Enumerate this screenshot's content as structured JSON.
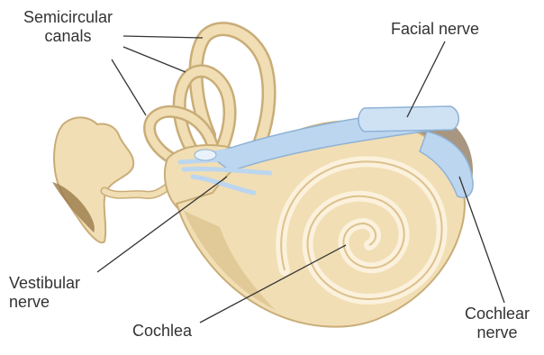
{
  "labels": {
    "semicircular_canals": [
      "Semicircular",
      "canals"
    ],
    "facial_nerve": "Facial nerve",
    "vestibular_nerve": [
      "Vestibular",
      "nerve"
    ],
    "cochlea": "Cochlea",
    "cochlear_nerve": [
      "Cochlear",
      "nerve"
    ]
  },
  "colors": {
    "bone_fill": "#f1deb4",
    "bone_outline": "#c9ad78",
    "bone_shade": "#dcc18c",
    "nerve_fill": "#bcd6ef",
    "nerve_outline": "#8fb2d6",
    "tissue": "#8b7355",
    "leader_line": "#333333",
    "text": "#333333"
  }
}
